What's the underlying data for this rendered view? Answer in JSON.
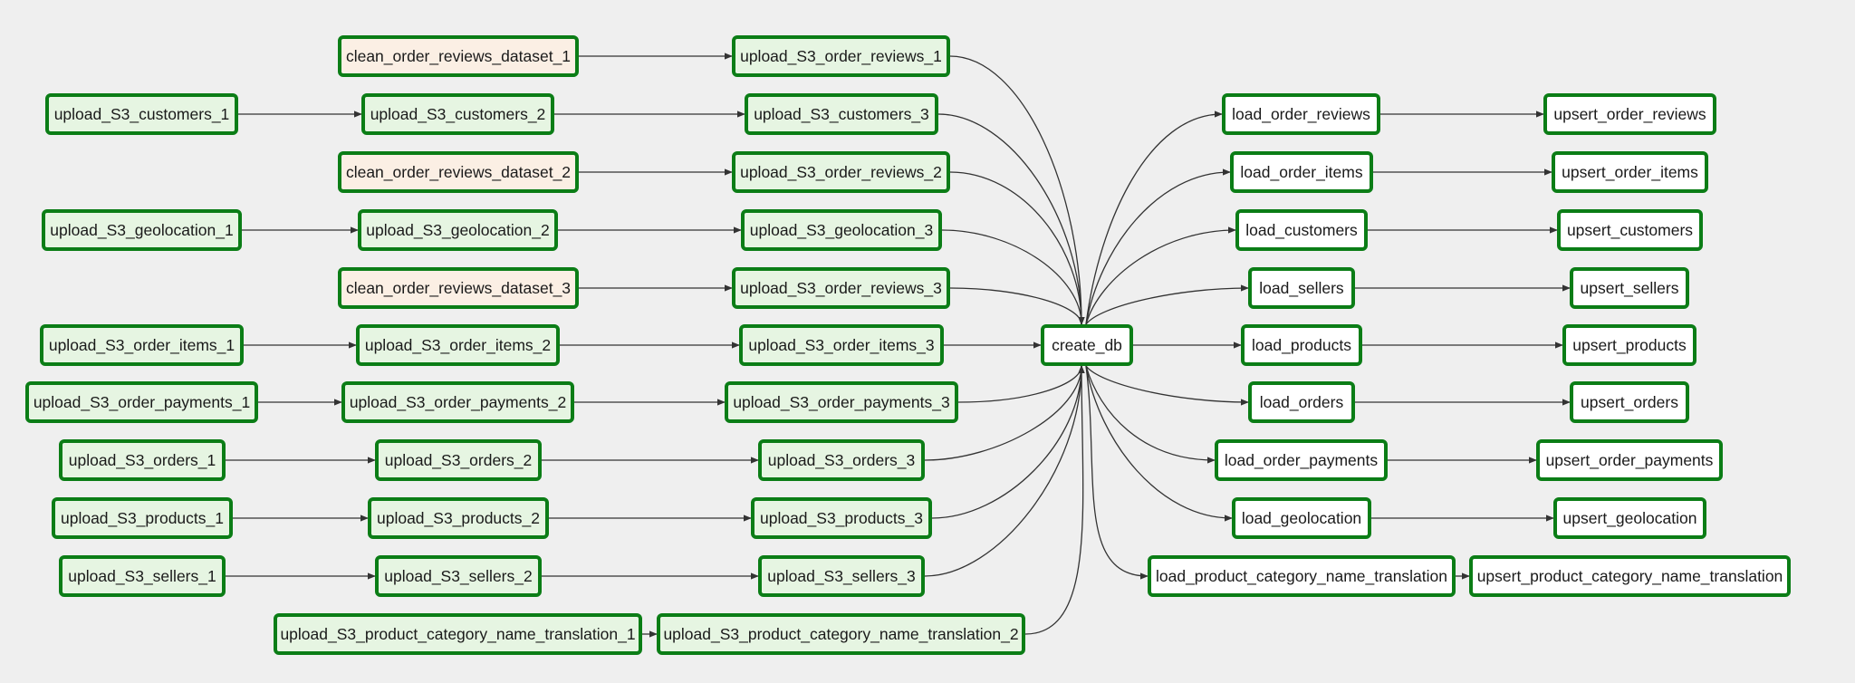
{
  "colors": {
    "background": "#efefef",
    "border_success": "#0b7d16",
    "fill_success": "#e6f5e2",
    "fill_clean": "#fbefe4",
    "fill_none": "#ffffff",
    "edge": "#333333"
  },
  "nodes": [
    {
      "id": "clean_order_reviews_dataset_1",
      "label": "clean_order_reviews_dataset_1",
      "state": "clean"
    },
    {
      "id": "upload_S3_order_reviews_1",
      "label": "upload_S3_order_reviews_1",
      "state": "success"
    },
    {
      "id": "upload_S3_customers_1",
      "label": "upload_S3_customers_1",
      "state": "success"
    },
    {
      "id": "upload_S3_customers_2",
      "label": "upload_S3_customers_2",
      "state": "success"
    },
    {
      "id": "upload_S3_customers_3",
      "label": "upload_S3_customers_3",
      "state": "success"
    },
    {
      "id": "clean_order_reviews_dataset_2",
      "label": "clean_order_reviews_dataset_2",
      "state": "clean"
    },
    {
      "id": "upload_S3_order_reviews_2",
      "label": "upload_S3_order_reviews_2",
      "state": "success"
    },
    {
      "id": "upload_S3_geolocation_1",
      "label": "upload_S3_geolocation_1",
      "state": "success"
    },
    {
      "id": "upload_S3_geolocation_2",
      "label": "upload_S3_geolocation_2",
      "state": "success"
    },
    {
      "id": "upload_S3_geolocation_3",
      "label": "upload_S3_geolocation_3",
      "state": "success"
    },
    {
      "id": "clean_order_reviews_dataset_3",
      "label": "clean_order_reviews_dataset_3",
      "state": "clean"
    },
    {
      "id": "upload_S3_order_reviews_3",
      "label": "upload_S3_order_reviews_3",
      "state": "success"
    },
    {
      "id": "upload_S3_order_items_1",
      "label": "upload_S3_order_items_1",
      "state": "success"
    },
    {
      "id": "upload_S3_order_items_2",
      "label": "upload_S3_order_items_2",
      "state": "success"
    },
    {
      "id": "upload_S3_order_items_3",
      "label": "upload_S3_order_items_3",
      "state": "success"
    },
    {
      "id": "upload_S3_order_payments_1",
      "label": "upload_S3_order_payments_1",
      "state": "success"
    },
    {
      "id": "upload_S3_order_payments_2",
      "label": "upload_S3_order_payments_2",
      "state": "success"
    },
    {
      "id": "upload_S3_order_payments_3",
      "label": "upload_S3_order_payments_3",
      "state": "success"
    },
    {
      "id": "upload_S3_orders_1",
      "label": "upload_S3_orders_1",
      "state": "success"
    },
    {
      "id": "upload_S3_orders_2",
      "label": "upload_S3_orders_2",
      "state": "success"
    },
    {
      "id": "upload_S3_orders_3",
      "label": "upload_S3_orders_3",
      "state": "success"
    },
    {
      "id": "upload_S3_products_1",
      "label": "upload_S3_products_1",
      "state": "success"
    },
    {
      "id": "upload_S3_products_2",
      "label": "upload_S3_products_2",
      "state": "success"
    },
    {
      "id": "upload_S3_products_3",
      "label": "upload_S3_products_3",
      "state": "success"
    },
    {
      "id": "upload_S3_sellers_1",
      "label": "upload_S3_sellers_1",
      "state": "success"
    },
    {
      "id": "upload_S3_sellers_2",
      "label": "upload_S3_sellers_2",
      "state": "success"
    },
    {
      "id": "upload_S3_sellers_3",
      "label": "upload_S3_sellers_3",
      "state": "success"
    },
    {
      "id": "upload_S3_product_category_name_translation_1",
      "label": "upload_S3_product_category_name_translation_1",
      "state": "success"
    },
    {
      "id": "upload_S3_product_category_name_translation_2",
      "label": "upload_S3_product_category_name_translation_2",
      "state": "success"
    },
    {
      "id": "create_db",
      "label": "create_db",
      "state": "none"
    },
    {
      "id": "load_order_reviews",
      "label": "load_order_reviews",
      "state": "none"
    },
    {
      "id": "upsert_order_reviews",
      "label": "upsert_order_reviews",
      "state": "none"
    },
    {
      "id": "load_order_items",
      "label": "load_order_items",
      "state": "none"
    },
    {
      "id": "upsert_order_items",
      "label": "upsert_order_items",
      "state": "none"
    },
    {
      "id": "load_customers",
      "label": "load_customers",
      "state": "none"
    },
    {
      "id": "upsert_customers",
      "label": "upsert_customers",
      "state": "none"
    },
    {
      "id": "load_sellers",
      "label": "load_sellers",
      "state": "none"
    },
    {
      "id": "upsert_sellers",
      "label": "upsert_sellers",
      "state": "none"
    },
    {
      "id": "load_products",
      "label": "load_products",
      "state": "none"
    },
    {
      "id": "upsert_products",
      "label": "upsert_products",
      "state": "none"
    },
    {
      "id": "load_orders",
      "label": "load_orders",
      "state": "none"
    },
    {
      "id": "upsert_orders",
      "label": "upsert_orders",
      "state": "none"
    },
    {
      "id": "load_order_payments",
      "label": "load_order_payments",
      "state": "none"
    },
    {
      "id": "upsert_order_payments",
      "label": "upsert_order_payments",
      "state": "none"
    },
    {
      "id": "load_geolocation",
      "label": "load_geolocation",
      "state": "none"
    },
    {
      "id": "upsert_geolocation",
      "label": "upsert_geolocation",
      "state": "none"
    },
    {
      "id": "load_product_category_name_translation",
      "label": "load_product_category_name_translation",
      "state": "none"
    },
    {
      "id": "upsert_product_category_name_translation",
      "label": "upsert_product_category_name_translation",
      "state": "none"
    }
  ],
  "edges": [
    [
      "clean_order_reviews_dataset_1",
      "upload_S3_order_reviews_1"
    ],
    [
      "upload_S3_customers_1",
      "upload_S3_customers_2"
    ],
    [
      "upload_S3_customers_2",
      "upload_S3_customers_3"
    ],
    [
      "clean_order_reviews_dataset_2",
      "upload_S3_order_reviews_2"
    ],
    [
      "upload_S3_geolocation_1",
      "upload_S3_geolocation_2"
    ],
    [
      "upload_S3_geolocation_2",
      "upload_S3_geolocation_3"
    ],
    [
      "clean_order_reviews_dataset_3",
      "upload_S3_order_reviews_3"
    ],
    [
      "upload_S3_order_items_1",
      "upload_S3_order_items_2"
    ],
    [
      "upload_S3_order_items_2",
      "upload_S3_order_items_3"
    ],
    [
      "upload_S3_order_payments_1",
      "upload_S3_order_payments_2"
    ],
    [
      "upload_S3_order_payments_2",
      "upload_S3_order_payments_3"
    ],
    [
      "upload_S3_orders_1",
      "upload_S3_orders_2"
    ],
    [
      "upload_S3_orders_2",
      "upload_S3_orders_3"
    ],
    [
      "upload_S3_products_1",
      "upload_S3_products_2"
    ],
    [
      "upload_S3_products_2",
      "upload_S3_products_3"
    ],
    [
      "upload_S3_sellers_1",
      "upload_S3_sellers_2"
    ],
    [
      "upload_S3_sellers_2",
      "upload_S3_sellers_3"
    ],
    [
      "upload_S3_product_category_name_translation_1",
      "upload_S3_product_category_name_translation_2"
    ],
    [
      "upload_S3_order_reviews_1",
      "create_db"
    ],
    [
      "upload_S3_customers_3",
      "create_db"
    ],
    [
      "upload_S3_order_reviews_2",
      "create_db"
    ],
    [
      "upload_S3_geolocation_3",
      "create_db"
    ],
    [
      "upload_S3_order_reviews_3",
      "create_db"
    ],
    [
      "upload_S3_order_items_3",
      "create_db"
    ],
    [
      "upload_S3_order_payments_3",
      "create_db"
    ],
    [
      "upload_S3_orders_3",
      "create_db"
    ],
    [
      "upload_S3_products_3",
      "create_db"
    ],
    [
      "upload_S3_sellers_3",
      "create_db"
    ],
    [
      "upload_S3_product_category_name_translation_2",
      "create_db"
    ],
    [
      "create_db",
      "load_order_reviews"
    ],
    [
      "create_db",
      "load_order_items"
    ],
    [
      "create_db",
      "load_customers"
    ],
    [
      "create_db",
      "load_sellers"
    ],
    [
      "create_db",
      "load_products"
    ],
    [
      "create_db",
      "load_orders"
    ],
    [
      "create_db",
      "load_order_payments"
    ],
    [
      "create_db",
      "load_geolocation"
    ],
    [
      "create_db",
      "load_product_category_name_translation"
    ],
    [
      "load_order_reviews",
      "upsert_order_reviews"
    ],
    [
      "load_order_items",
      "upsert_order_items"
    ],
    [
      "load_customers",
      "upsert_customers"
    ],
    [
      "load_sellers",
      "upsert_sellers"
    ],
    [
      "load_products",
      "upsert_products"
    ],
    [
      "load_orders",
      "upsert_orders"
    ],
    [
      "load_order_payments",
      "upsert_order_payments"
    ],
    [
      "load_geolocation",
      "upsert_geolocation"
    ],
    [
      "load_product_category_name_translation",
      "upsert_product_category_name_translation"
    ]
  ]
}
